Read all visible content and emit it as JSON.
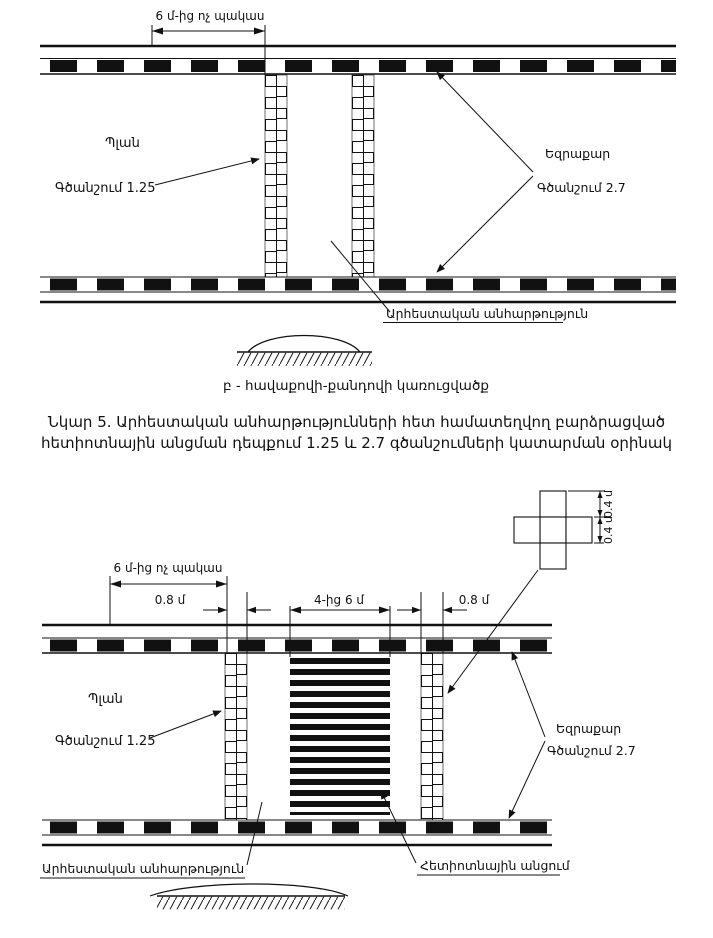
{
  "colors": {
    "ink": "#111111",
    "background": "#ffffff"
  },
  "figure_caption": {
    "line1": "Նկար 5. Արհեստական անհարթությունների հետ համատեղվող բարձրացված",
    "line2": "հետիոտնային անցման դեպքում 1.25 և 2.7 գծանշումների կատարման օրինակ"
  },
  "top_diagram": {
    "dim_not_less_6m": "6 մ-ից ոչ պակաս",
    "plan_label": "Պլան",
    "marking_125_label": "Գծանշում 1.25",
    "curb_label": "Եզրաքար",
    "marking_27_label": "Գծանշում 2.7",
    "artificial_bump_label": "Արհեստական անհարթություն",
    "subcaption": "բ - հավաքովի-քանդովի կառուցվածք"
  },
  "bottom_diagram": {
    "dim_not_less_6m": "6 մ-ից ոչ պակաս",
    "dim_left_strip": "0.8 մ",
    "dim_crossing_width": "4-ից 6 մ",
    "dim_right_strip": "0.8 մ",
    "dim_cell_height": "0.4 մ",
    "dim_cell_width": "0.4 մ",
    "plan_label": "Պլան",
    "marking_125_label": "Գծանշում 1.25",
    "curb_label": "Եզրաքար",
    "marking_27_label": "Գծանշում 2.7",
    "artificial_bump_label": "Արհեստական անհարթություն",
    "pedestrian_crossing_label": "Հետիոտնային անցում"
  }
}
